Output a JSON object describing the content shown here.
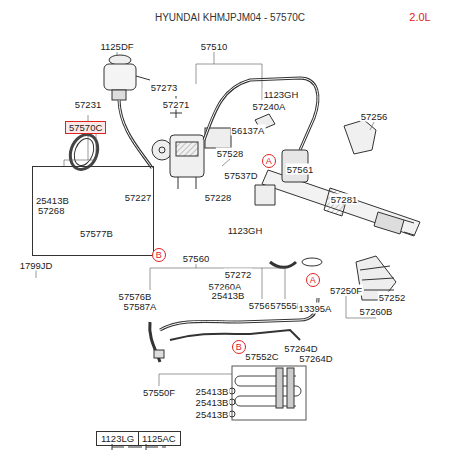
{
  "diagram": {
    "title": "HYUNDAI KHMJPJM04 - 57570C",
    "nodes": [
      {
        "text": [
          "57570C",
          "25413B",
          "57268",
          "57577B"
        ]
      },
      {
        "text": [
          "A"
        ]
      },
      {
        "text": [
          "B"
        ]
      },
      {
        "text": [
          "A"
        ]
      },
      {
        "text": [
          "B"
        ]
      },
      {
        "text": [
          "1123LG",
          "1125AC"
        ]
      }
    ],
    "labels": [
      "2.0L",
      "1125DF",
      "57510",
      "57273",
      "57271",
      "57231",
      "1123GH",
      "57240A",
      "56137A",
      "57256",
      "57528",
      "57561",
      "57537D",
      "57227",
      "57228",
      "57281",
      "1123GH",
      "1799JD",
      "57560",
      "57272",
      "57260A",
      "25413B",
      "57576B",
      "57587A",
      "57566",
      "57555D",
      "13395A",
      "57252",
      "57250F",
      "57260B",
      "57552C",
      "57264D",
      "57264D",
      "57550F",
      "25413B",
      "25413B",
      "25413B"
    ]
  }
}
